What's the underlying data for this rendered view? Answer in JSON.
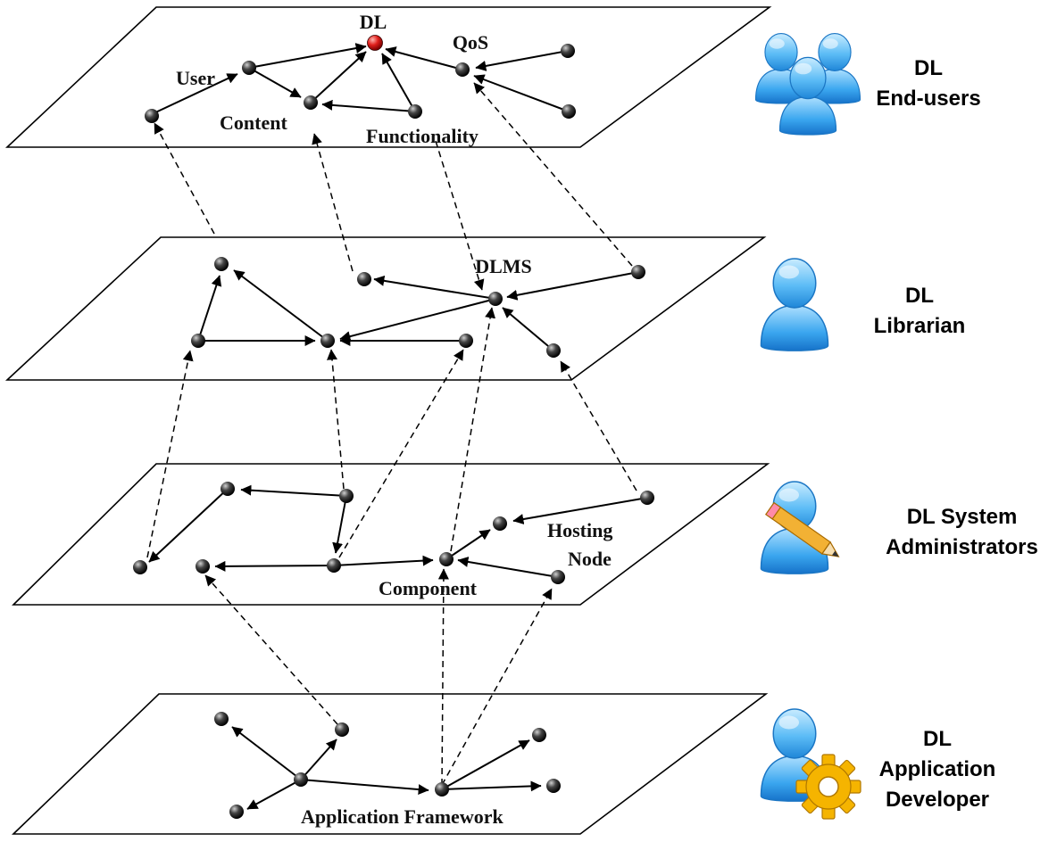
{
  "layers": [
    {
      "id": "end-users-layer",
      "labels": [
        "DL",
        "QoS",
        "User",
        "Content",
        "Functionality"
      ]
    },
    {
      "id": "librarian-layer",
      "labels": [
        "DLMS"
      ]
    },
    {
      "id": "administrators-layer",
      "labels": [
        "Hosting",
        "Node",
        "Component"
      ]
    },
    {
      "id": "developer-layer",
      "labels": [
        "Application Framework"
      ]
    }
  ],
  "roles": [
    {
      "lines": [
        "DL",
        "End-users"
      ],
      "icon": "users-group-icon"
    },
    {
      "lines": [
        "DL",
        "Librarian"
      ],
      "icon": "user-icon"
    },
    {
      "lines": [
        "DL System",
        "Administrators"
      ],
      "icon": "user-pencil-icon"
    },
    {
      "lines": [
        "DL",
        "Application",
        "Developer"
      ],
      "icon": "user-gear-icon"
    }
  ],
  "colors": {
    "node": "#1a1a1a",
    "root_node": "#e0201c",
    "user_icon": "#3aa6ef",
    "pencil": "#f2b134",
    "gear": "#f5b400"
  }
}
